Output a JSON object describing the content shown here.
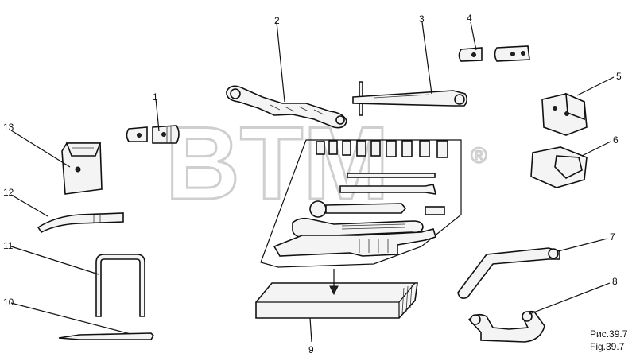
{
  "watermark": {
    "text": "BTM",
    "registered": "®"
  },
  "callouts": [
    "1",
    "2",
    "3",
    "4",
    "5",
    "6",
    "7",
    "8",
    "9",
    "10",
    "11",
    "12",
    "13"
  ],
  "caption": {
    "ru": "Рис.39.7",
    "en": "Fig.39.7"
  }
}
